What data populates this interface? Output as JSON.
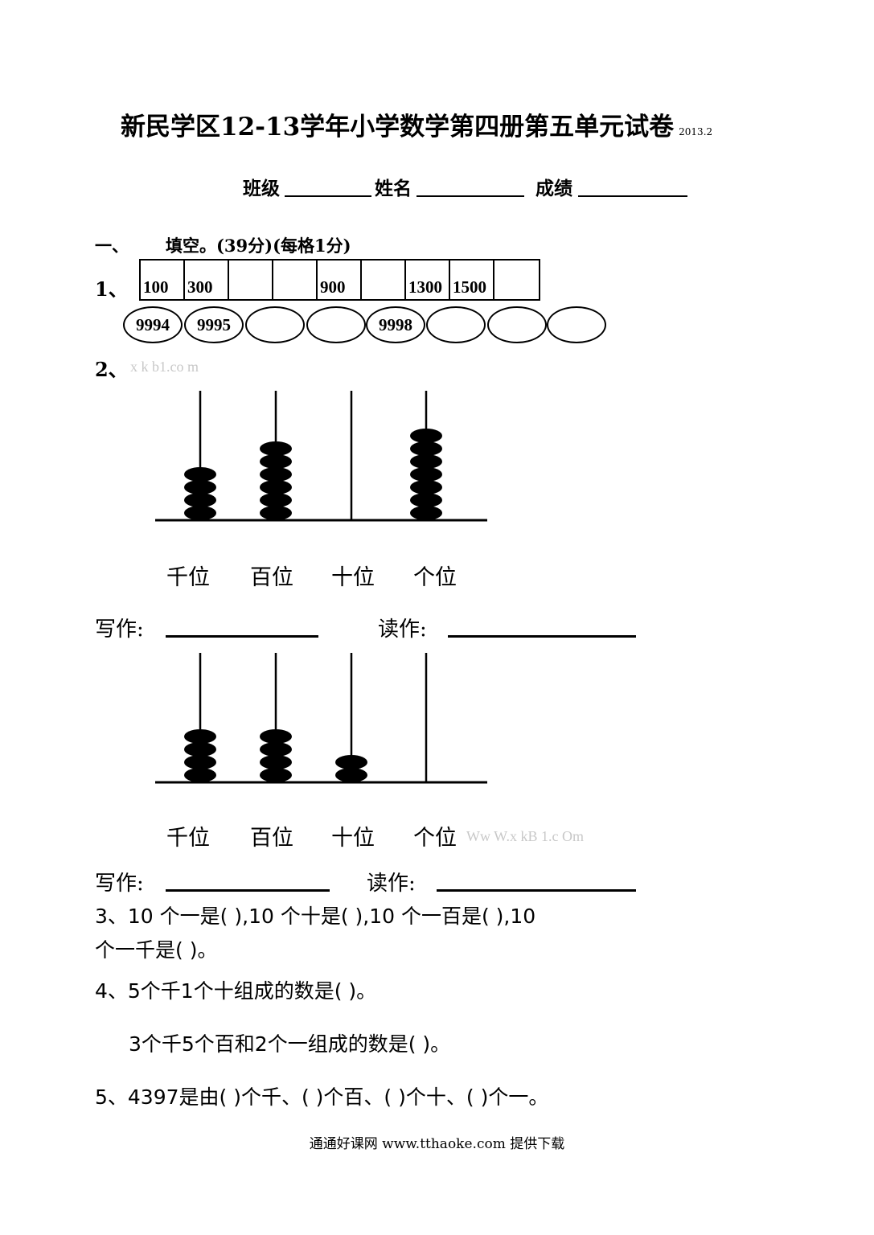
{
  "title": {
    "main": "新民学区12-13学年小学数学第四册第五单元试卷",
    "date": "2013.2"
  },
  "info": {
    "class_label": "班级",
    "name_label": "姓名",
    "score_label": "成绩"
  },
  "section1": {
    "number": "一、",
    "text": "填空。(39分)(每格1分)"
  },
  "q1": {
    "number": "1、",
    "boxes": [
      "100",
      "300",
      "",
      "",
      "900",
      "",
      "1300",
      "1500",
      ""
    ],
    "ovals": [
      "9994",
      "9995",
      "",
      "",
      "9998",
      "",
      "",
      ""
    ]
  },
  "q2": {
    "number": "2、",
    "watermark1": "x k  b1.co  m",
    "watermark2": "Ww W.x kB 1.c Om",
    "places": [
      "千位",
      "百位",
      "十位",
      "个位"
    ],
    "abacus1_beads": [
      4,
      6,
      0,
      7
    ],
    "abacus2_beads": [
      4,
      4,
      2,
      0
    ],
    "write_label": "写作:",
    "read_label": "读作:"
  },
  "q3": {
    "line1": "3、10 个一是(   ),10 个十是(   ),10 个一百是(   ),10",
    "line2": "个一千是(    )。"
  },
  "q4": {
    "line1": "4、5个千1个十组成的数是(        )。",
    "line2": "3个千5个百和2个一组成的数是(        )。"
  },
  "q5": {
    "line1": "5、4397是由(   )个千、(   )个百、(  )个十、(    )个一。"
  },
  "footer": "通通好课网  www.tthaoke.com  提供下载"
}
